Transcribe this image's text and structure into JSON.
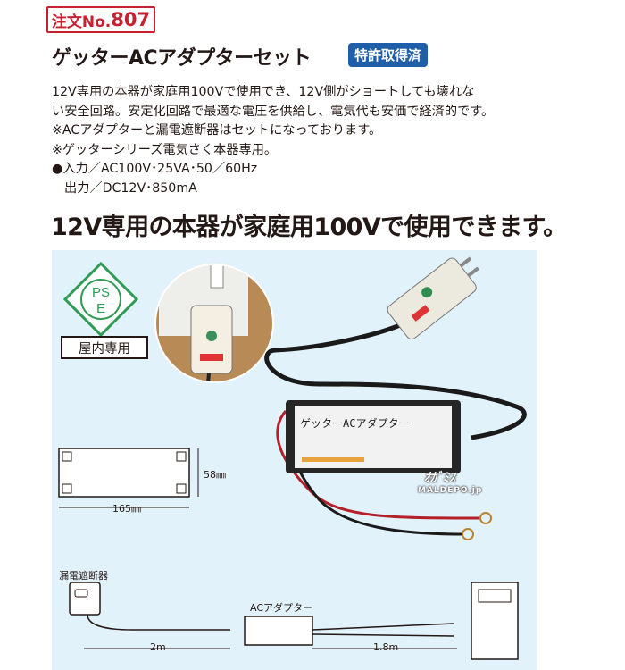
{
  "order": {
    "prefix": "注文No.",
    "number": "807"
  },
  "product_title": "ゲッターACアダプターセット",
  "patent_badge": "特許取得済",
  "description": {
    "lines": [
      "12V専用の本器が家庭用100Vで使用でき、12V側がショートしても壊れな",
      "い安全回路。安定化回路で最適な電圧を供給し、電気代も安価で経済的です。",
      "※ACアダプターと漏電遮断器はセットになっております。",
      "※ゲッターシリーズ電気さく本器専用。",
      "●入力／AC100V･25VA･50／60Hz",
      "出力／DC12V･850mA"
    ]
  },
  "headline": "12V専用の本器が家庭用100Vで使用できます。",
  "illustration": {
    "pse_mark": {
      "top": "PS",
      "bottom": "E"
    },
    "indoor_label": "屋内専用",
    "dimension_width": "165㎜",
    "dimension_height": "58㎜",
    "adapter_label": "ゲッターACアダプター",
    "breaker_label": "漏電遮断器",
    "ac_adapter_label": "ACアダプター",
    "length_left": "2m",
    "length_right": "1.8m",
    "watermark_main": "ｵｶﾞﾐｽ",
    "watermark_url": "MALDEPO.jp"
  },
  "colors": {
    "order_red": "#c9202f",
    "badge_blue": "#1f5ea8",
    "panel_bg": "#e2f2fa",
    "pse_green": "#2f9b55"
  }
}
